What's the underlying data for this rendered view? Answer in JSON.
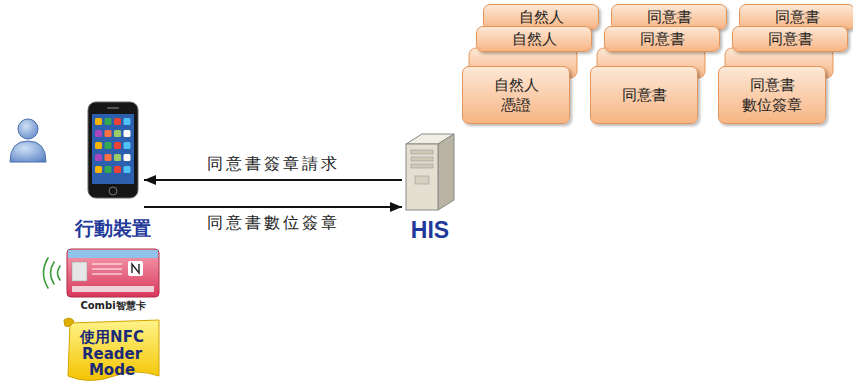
{
  "diagram": {
    "nodes": [
      {
        "text": [
          "自然人"
        ]
      },
      {
        "text": [
          "同意書"
        ]
      },
      {
        "text": [
          "同意書"
        ]
      },
      {
        "text": [
          "自然人"
        ]
      },
      {
        "text": [
          "同意書"
        ]
      },
      {
        "text": [
          "同意書"
        ]
      },
      {
        "text": [
          "自然人 憑證"
        ]
      },
      {
        "text": [
          "同意書"
        ]
      },
      {
        "text": [
          "同意書 數位簽章"
        ]
      },
      {
        "text": [
          "行動裝置"
        ]
      },
      {
        "text": [
          "HIS"
        ]
      },
      {
        "text": [
          "Combi智慧卡"
        ]
      },
      {
        "text": [
          "使用NFC Reader Mode"
        ]
      }
    ],
    "edges": [
      {
        "from": 10,
        "to": 9,
        "label": "同意書簽章請求",
        "arrow": "to"
      },
      {
        "from": 9,
        "to": 10,
        "label": "同意書數位簽章",
        "arrow": "to"
      }
    ]
  }
}
